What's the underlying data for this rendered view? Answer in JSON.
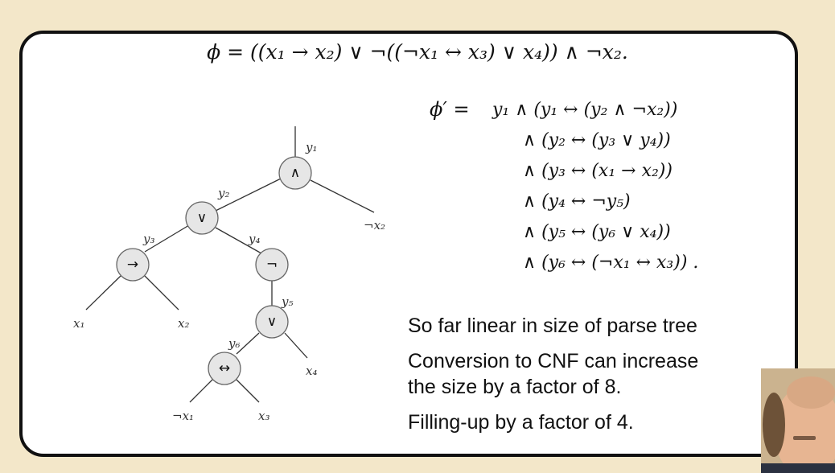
{
  "formula_top": "ϕ = ((x₁ → x₂) ∨ ¬((¬x₁ ↔ x₃) ∨ x₄)) ∧ ¬x₂.",
  "tree": {
    "root_label": "y₁",
    "nodes": [
      {
        "id": "n1",
        "symbol": "∧",
        "edge_label": "y₁"
      },
      {
        "id": "n2",
        "symbol": "∨",
        "edge_label": "y₂"
      },
      {
        "id": "n3",
        "symbol": "→",
        "edge_label": "y₃"
      },
      {
        "id": "n4",
        "symbol": "¬",
        "edge_label": "y₄"
      },
      {
        "id": "n5",
        "symbol": "∨",
        "edge_label": "y₅"
      },
      {
        "id": "n6",
        "symbol": "↔",
        "edge_label": "y₆"
      }
    ],
    "leaves": {
      "x1": "x₁",
      "x2": "x₂",
      "not_x2": "¬x₂",
      "x4": "x₄",
      "not_x1": "¬x₁",
      "x3": "x₃"
    }
  },
  "transformed": {
    "lhs": "ϕ′  =",
    "lines": [
      "y₁ ∧ (y₁ ↔ (y₂ ∧ ¬x₂))",
      "∧ (y₂ ↔ (y₃ ∨ y₄))",
      "∧ (y₃ ↔ (x₁ → x₂))",
      "∧ (y₄ ↔ ¬y₅)",
      "∧ (y₅ ↔ (y₆ ∨ x₄))",
      "∧ (y₆ ↔ (¬x₁ ↔ x₃)) ."
    ]
  },
  "notes": [
    "So far linear in size of parse tree",
    "Conversion to CNF can increase",
    "the size by a factor of 8.",
    "Filling-up by a factor of 4."
  ],
  "colors": {
    "background": "#f3e7c9",
    "node_fill": "#e6e6e6",
    "line": "#333333"
  }
}
